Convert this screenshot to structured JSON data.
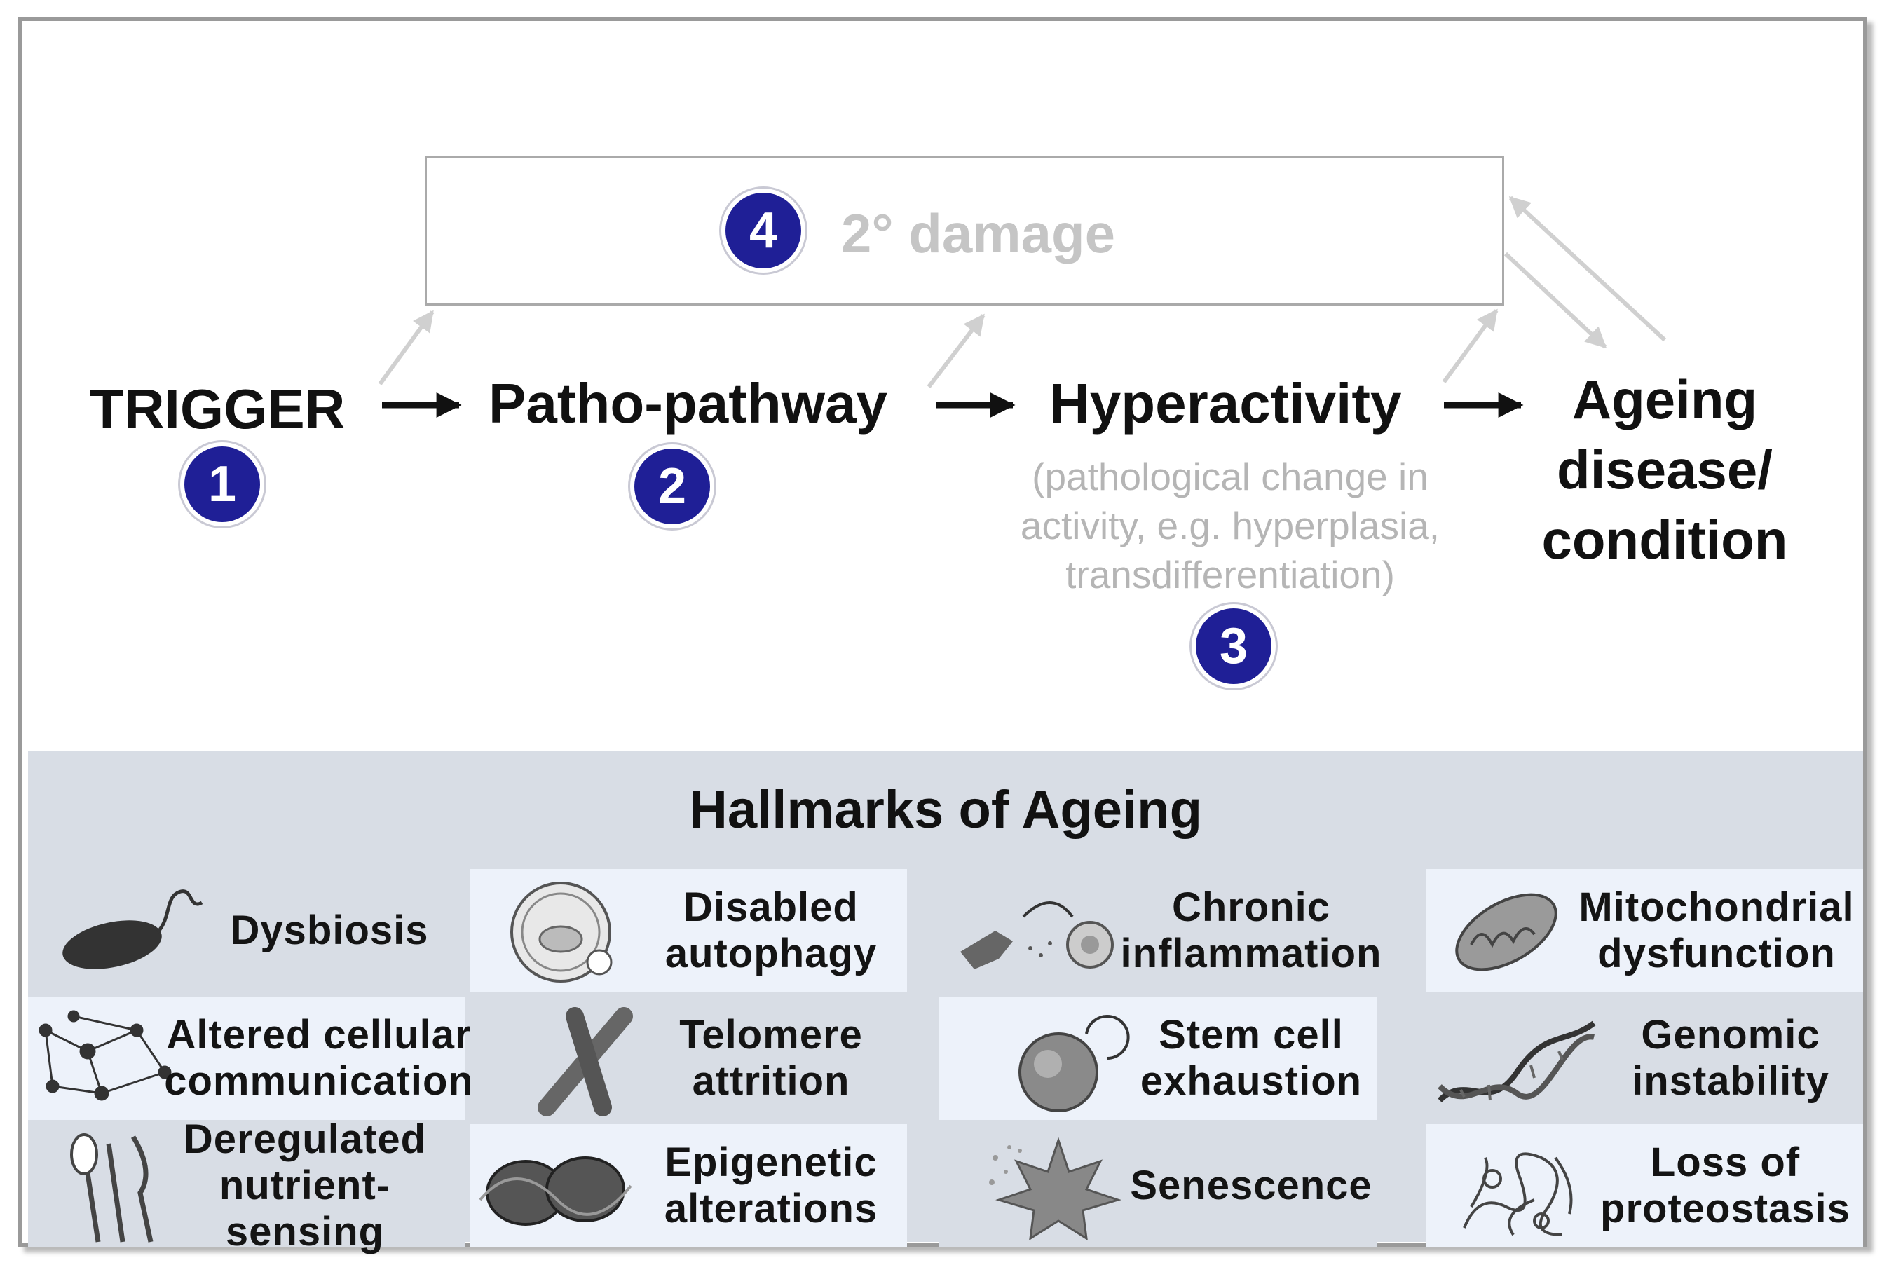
{
  "stages": {
    "trigger": "TRIGGER",
    "patho_pathway": "Patho-pathway",
    "hyperactivity": "Hyperactivity",
    "hyperactivity_note": "(pathological change in\nactivity, e.g. hyperplasia,\ntransdifferentiation)",
    "outcome": "Ageing\ndisease/\ncondition"
  },
  "secondary_damage": {
    "badge": "4",
    "label": "2° damage"
  },
  "badges": {
    "trigger": "1",
    "patho_pathway": "2",
    "hyperactivity": "3"
  },
  "hallmarks": {
    "title": "Hallmarks of Ageing",
    "items": [
      {
        "label": "Dysbiosis",
        "icon": "bacterium-icon"
      },
      {
        "label": "Disabled\nautophagy",
        "icon": "autophagosome-icon"
      },
      {
        "label": "Chronic\ninflammation",
        "icon": "immune-cell-icon"
      },
      {
        "label": "Mitochondrial\ndysfunction",
        "icon": "mitochondrion-icon"
      },
      {
        "label": "Altered cellular\ncommunication",
        "icon": "network-icon"
      },
      {
        "label": "Telomere\nattrition",
        "icon": "chromosome-icon"
      },
      {
        "label": "Stem cell\nexhaustion",
        "icon": "stem-cell-icon"
      },
      {
        "label": "Genomic\ninstability",
        "icon": "dna-icon"
      },
      {
        "label": "Deregulated\nnutrient-sensing",
        "icon": "cutlery-icon"
      },
      {
        "label": "Epigenetic\nalterations",
        "icon": "nucleosome-icon"
      },
      {
        "label": "Senescence",
        "icon": "leaf-icon"
      },
      {
        "label": "Loss of\nproteostasis",
        "icon": "protein-icon"
      }
    ]
  },
  "colors": {
    "badge": "#1f1f96",
    "arrow_main": "#111111",
    "arrow_feedback": "#d0d0d0",
    "muted_text": "#c5c5c5",
    "panel_dark": "#d8dde5",
    "panel_light": "#edf2fa"
  }
}
